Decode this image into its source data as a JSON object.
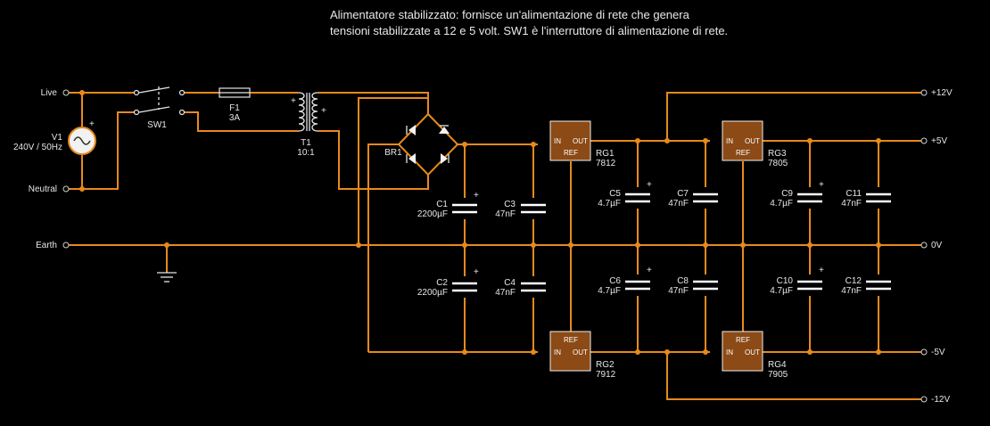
{
  "description": {
    "line1": "Alimentatore stabilizzato: fornisce un'alimentazione di rete che genera",
    "line2": "tensioni stabilizzate a 12 e 5 volt. SW1 è l'interruttore di alimentazione di rete."
  },
  "inputs": {
    "live": "Live",
    "neutral": "Neutral",
    "earth": "Earth"
  },
  "outputs": {
    "p12": "+12V",
    "p5": "+5V",
    "zero": "0V",
    "m5": "-5V",
    "m12": "-12V"
  },
  "source": {
    "name": "V1",
    "value": "240V / 50Hz"
  },
  "switch": {
    "name": "SW1"
  },
  "fuse": {
    "name": "F1",
    "value": "3A"
  },
  "transformer": {
    "name": "T1",
    "ratio": "10:1"
  },
  "bridge": {
    "name": "BR1"
  },
  "capacitors": {
    "C1": {
      "name": "C1",
      "value": "2200µF"
    },
    "C2": {
      "name": "C2",
      "value": "2200µF"
    },
    "C3": {
      "name": "C3",
      "value": "47nF"
    },
    "C4": {
      "name": "C4",
      "value": "47nF"
    },
    "C5": {
      "name": "C5",
      "value": "4.7µF"
    },
    "C6": {
      "name": "C6",
      "value": "4.7µF"
    },
    "C7": {
      "name": "C7",
      "value": "47nF"
    },
    "C8": {
      "name": "C8",
      "value": "47nF"
    },
    "C9": {
      "name": "C9",
      "value": "4.7µF"
    },
    "C10": {
      "name": "C10",
      "value": "4.7µF"
    },
    "C11": {
      "name": "C11",
      "value": "47nF"
    },
    "C12": {
      "name": "C12",
      "value": "47nF"
    }
  },
  "regulators": {
    "RG1": {
      "name": "RG1",
      "part": "7812"
    },
    "RG2": {
      "name": "RG2",
      "part": "7912"
    },
    "RG3": {
      "name": "RG3",
      "part": "7805"
    },
    "RG4": {
      "name": "RG4",
      "part": "7905"
    }
  },
  "pins": {
    "in": "IN",
    "out": "OUT",
    "ref": "REF"
  },
  "marks": {
    "plus": "+",
    "dots": "•"
  }
}
